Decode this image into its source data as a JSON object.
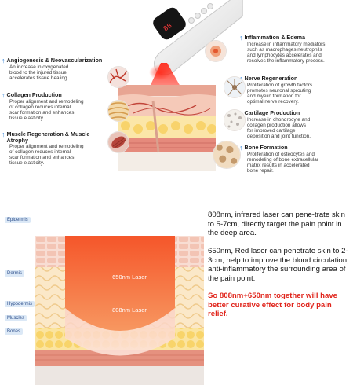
{
  "features_left": [
    {
      "title": "Angiogenesis & Neovascularization",
      "desc": "An increase in oxygenated\nblood to the injured tissue\naccelerates tissue healing."
    },
    {
      "title": "Collagen Production",
      "desc": "Proper alignment and remodeling\nof collagen reduces internal\nscar formation and enhances\ntissue elasticity."
    },
    {
      "title": "Muscle Regeneration & Muscle\nAtrophy",
      "desc": "Proper alignment and remodeling\nof collagen reduces internal\nscar formation and enhances\ntissue elasticity."
    }
  ],
  "features_right": [
    {
      "title": "Inflammation & Edema",
      "desc": "Increase in inflammatory mediators\nsuch as macrophages,neutrophils\nand lymphocytes accelerates and\nresolves the inflammatory process."
    },
    {
      "title": "Nerve Regeneration",
      "desc": "Proliferation of growth factors\npromotes neuronal sprouting\nand myelin formation for\noptimal nerve recovery."
    },
    {
      "title": "Cartilage Production",
      "desc": "Increase in chondrocyte and\ncollagen production allows\nfor improved cartilage\ndeposition and joint function."
    },
    {
      "title": "Bone Formation",
      "desc": "Proliferation of osteocytes and\nremodeling of bone extracellular\nmatrix results in accelerated\nbone repair."
    }
  ],
  "layers": {
    "epidermis": "Epidermis",
    "dermis": "Dermis",
    "hypodermis": "Hypodermis",
    "muscles": "Muscles",
    "bones": "Bones"
  },
  "beams": {
    "b650": "650nm Laser",
    "b808": "808nm Laser"
  },
  "right_text": {
    "p1": "808nm, infrared laser can pene-trate skin to 5-7cm, directly target the pain point in the deep area.",
    "p2": "650nm, Red laser can penetrate skin to 2-3cm, help to improve the blood circulation, anti-inflammatory the surrounding area of the pain point.",
    "p3": "So 808nm+650nm together will have better curative effect for body pain relief."
  },
  "colors": {
    "accent": "#2f7fd6",
    "laser_red": "#e0241b",
    "beam_orange": "#f26a2a"
  }
}
